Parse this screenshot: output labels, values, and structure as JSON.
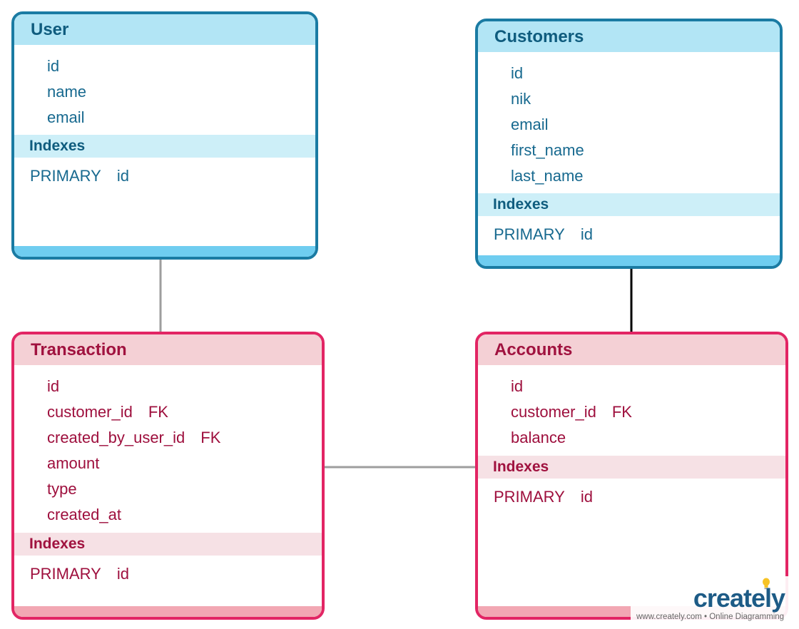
{
  "colors": {
    "blue_border": "#1a7ba3",
    "blue_header": "#b2e5f5",
    "pink_border": "#e22564",
    "pink_header": "#f4d0d5",
    "connector_gray": "#9e9e9e",
    "connector_black": "#000000"
  },
  "tables": {
    "user": {
      "title": "User",
      "fields": [
        "id",
        "name",
        "email"
      ],
      "indexes_label": "Indexes",
      "index": {
        "name": "PRIMARY",
        "column": "id"
      }
    },
    "customers": {
      "title": "Customers",
      "fields": [
        "id",
        "nik",
        "email",
        "first_name",
        "last_name"
      ],
      "indexes_label": "Indexes",
      "index": {
        "name": "PRIMARY",
        "column": "id"
      }
    },
    "transaction": {
      "title": "Transaction",
      "fields": [
        {
          "name": "id",
          "tag": ""
        },
        {
          "name": "customer_id",
          "tag": "FK"
        },
        {
          "name": "created_by_user_id",
          "tag": "FK"
        },
        {
          "name": "amount",
          "tag": ""
        },
        {
          "name": "type",
          "tag": ""
        },
        {
          "name": "created_at",
          "tag": ""
        }
      ],
      "indexes_label": "Indexes",
      "index": {
        "name": "PRIMARY",
        "column": "id"
      }
    },
    "accounts": {
      "title": "Accounts",
      "fields": [
        {
          "name": "id",
          "tag": ""
        },
        {
          "name": "customer_id",
          "tag": "FK"
        },
        {
          "name": "balance",
          "tag": ""
        }
      ],
      "indexes_label": "Indexes",
      "index": {
        "name": "PRIMARY",
        "column": "id"
      }
    }
  },
  "relations": [
    {
      "from": "User",
      "to": "Transaction"
    },
    {
      "from": "Customers",
      "to": "Accounts"
    },
    {
      "from": "Transaction",
      "to": "Accounts"
    }
  ],
  "watermark": {
    "logo": "creately",
    "tagline": "www.creately.com • Online Diagramming"
  }
}
